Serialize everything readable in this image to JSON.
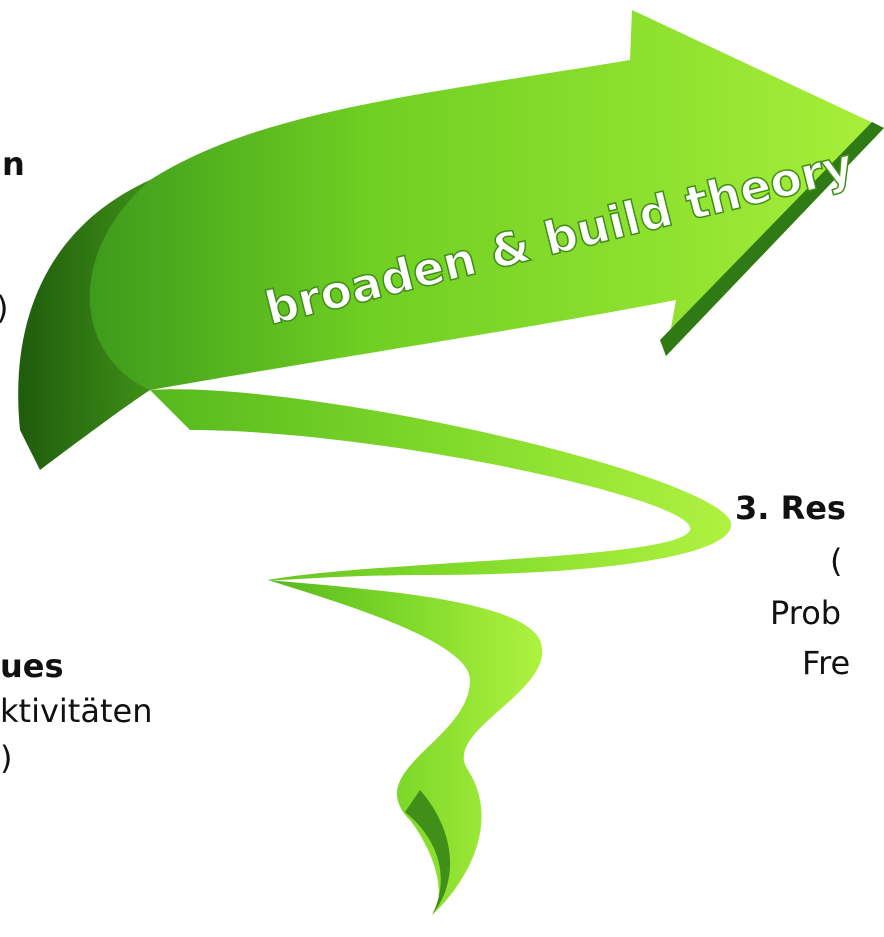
{
  "left_fragments": {
    "top_bold": "n",
    "paren": ")",
    "lower_bold": "ues",
    "lower_line1": "ktivitäten",
    "lower_line2": ")"
  },
  "right_fragments": {
    "bold": "3. Res",
    "line1": "(",
    "line2": "Prob",
    "line3": "Fre"
  },
  "arrow": {
    "label": "broaden & build theory",
    "colors": {
      "light": "#a8ef3a",
      "mid": "#6fcf22",
      "dark": "#2f7a14",
      "outline": "#e8f5d0"
    }
  }
}
